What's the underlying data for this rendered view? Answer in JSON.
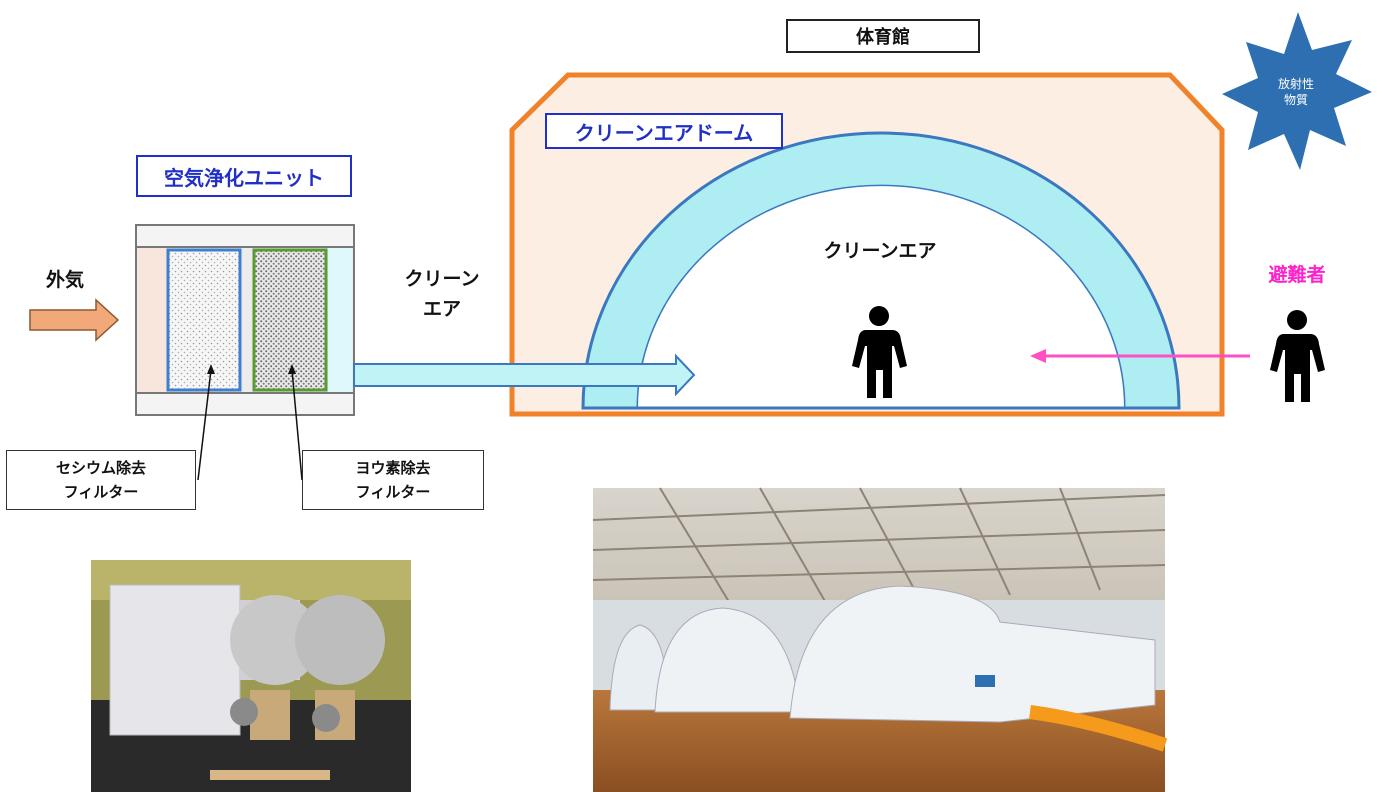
{
  "gym_label": "体育館",
  "dome_label": "クリーンエアドーム",
  "unit_label": "空気浄化ユニット",
  "outside_air": "外気",
  "clean_air_left": [
    "クリーン",
    "エア"
  ],
  "clean_air_inside": "クリーンエア",
  "evacuee_label": "避難者",
  "radioactive": [
    "放射性",
    "物質"
  ],
  "cesium_filter": [
    "セシウム除去",
    "フィルター"
  ],
  "iodine_filter": [
    "ヨウ素除去",
    "フィルター"
  ],
  "colors": {
    "gym_border": "#f0822a",
    "gym_fill": "#fdeee4",
    "dome_fill": "#aeeef2",
    "dome_border": "#3a78c0",
    "evacuee_arrow": "#ff4fc4",
    "evacuee_text": "#ff22cc",
    "radiation_star": "#2e6fb2",
    "outside_arrow": "#f2a878"
  },
  "icons": [
    "person-icon",
    "person-icon",
    "radiation-starburst-icon"
  ]
}
